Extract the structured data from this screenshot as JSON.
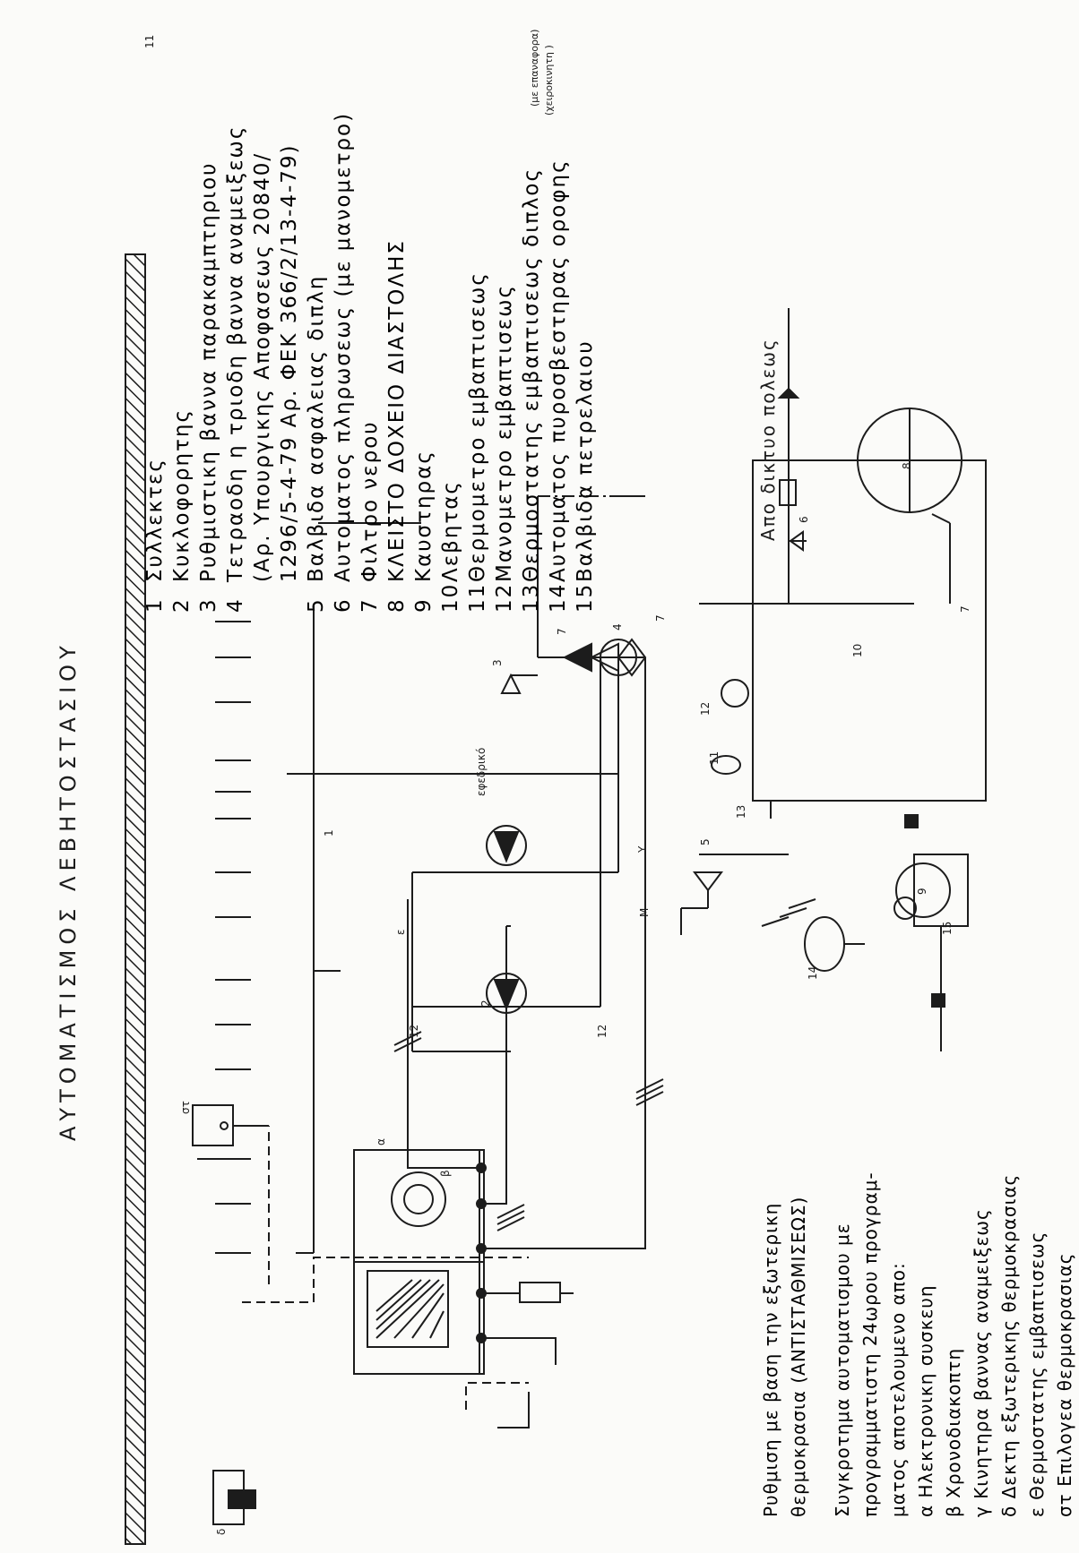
{
  "title": "ΑΥΤΟΜΑΤΙΣΜΟΣ ΛΕΒΗΤΟΣΤΑΣΙΟΥ",
  "legend": [
    {
      "num": "1",
      "text": "Συλλεκτες"
    },
    {
      "num": "2",
      "text": "Κυκλοφορητης"
    },
    {
      "num": "3",
      "text": "Ρυθμιστικη βαννα παρακαμπτηριου"
    },
    {
      "num": "4",
      "text": "Τετραοδη η τριοδη βαννα αναμειξεως"
    },
    {
      "num": "",
      "text": "(Αρ. Υπουργικης Αποφασεως 20840/"
    },
    {
      "num": "",
      "text": "1296/5-4-79 Αρ. ΦΕΚ 366/2/13-4-79)"
    },
    {
      "num": "5",
      "text": "Βαλβιδα ασφαλειας διπλη"
    },
    {
      "num": "6",
      "text": "Αυτοματος πληρωσεως   (με μανομετρο)"
    },
    {
      "num": "7",
      "text": "Φιλτρο νερου"
    },
    {
      "num": "8",
      "text": "ΚΛΕΙΣΤΟ ΔΟΧΕΙΟ ΔΙΑΣΤΟΛΗΣ"
    },
    {
      "num": "9",
      "text": "Καυστηρας"
    },
    {
      "num": "10",
      "text": "Λεβητας"
    },
    {
      "num": "11",
      "text": "Θερμομετρο εμβαπτισεως"
    },
    {
      "num": "12",
      "text": "Μανομετρο εμβαπτισεως"
    },
    {
      "num": "13",
      "text": "Θερμοστατης εμβαπτισεως διπλος"
    },
    {
      "num": "14",
      "text": "Αυτοματος πυροσβεστηρας οροφης"
    },
    {
      "num": "15",
      "text": "Βαλβιδα πετρελαιου"
    }
  ],
  "legend_note_13a": "(με επαναφορα)",
  "legend_note_13b": "(χειροκινητη )",
  "network_label": "Απο δικτυο πολεως",
  "reserve_label": "εφεδρικό",
  "bottom": {
    "line1": "Ρυθμιση με βαση την εξωτερικη",
    "line2": "θερμοκρασια (ΑΝΤΙΣΤΑΘΜΙΣΕΩΣ)",
    "line3": "Συγκροτημα αυτοματισμου με",
    "line4": "προγραμματιστη 24ωρου προγραμ-",
    "line5": "ματος αποτελουμενο απο:",
    "a": "α Ηλεκτρονικη συσκευη",
    "b": "β Χρονοδιακοπτη",
    "g": "γ Κινητηρα βαννας αναμειξεως",
    "d": "δ Δεκτη εξωτερικης θερμοκρασιας",
    "e": "ε Θερμοστατης εμβαπτισεως",
    "st": "στ Επιλογεα θερμοκρασιας"
  },
  "tags": {
    "alpha": "α",
    "beta": "β",
    "gamma": "Υ",
    "delta": "δ",
    "epsilon": "ε",
    "st": "στ",
    "motor": "Μ",
    "burner": "9",
    "n1": "1",
    "n2": "2",
    "n3": "3",
    "n4": "4",
    "n5": "5",
    "n6": "6",
    "n7a": "7",
    "n7b": "7",
    "n7c": "7",
    "n8": "8",
    "n10": "10",
    "n11a": "11",
    "n11b": "11",
    "n12a": "12",
    "n12b": "12",
    "n12c": "12",
    "n13": "13",
    "n14": "14",
    "n15": "15"
  }
}
